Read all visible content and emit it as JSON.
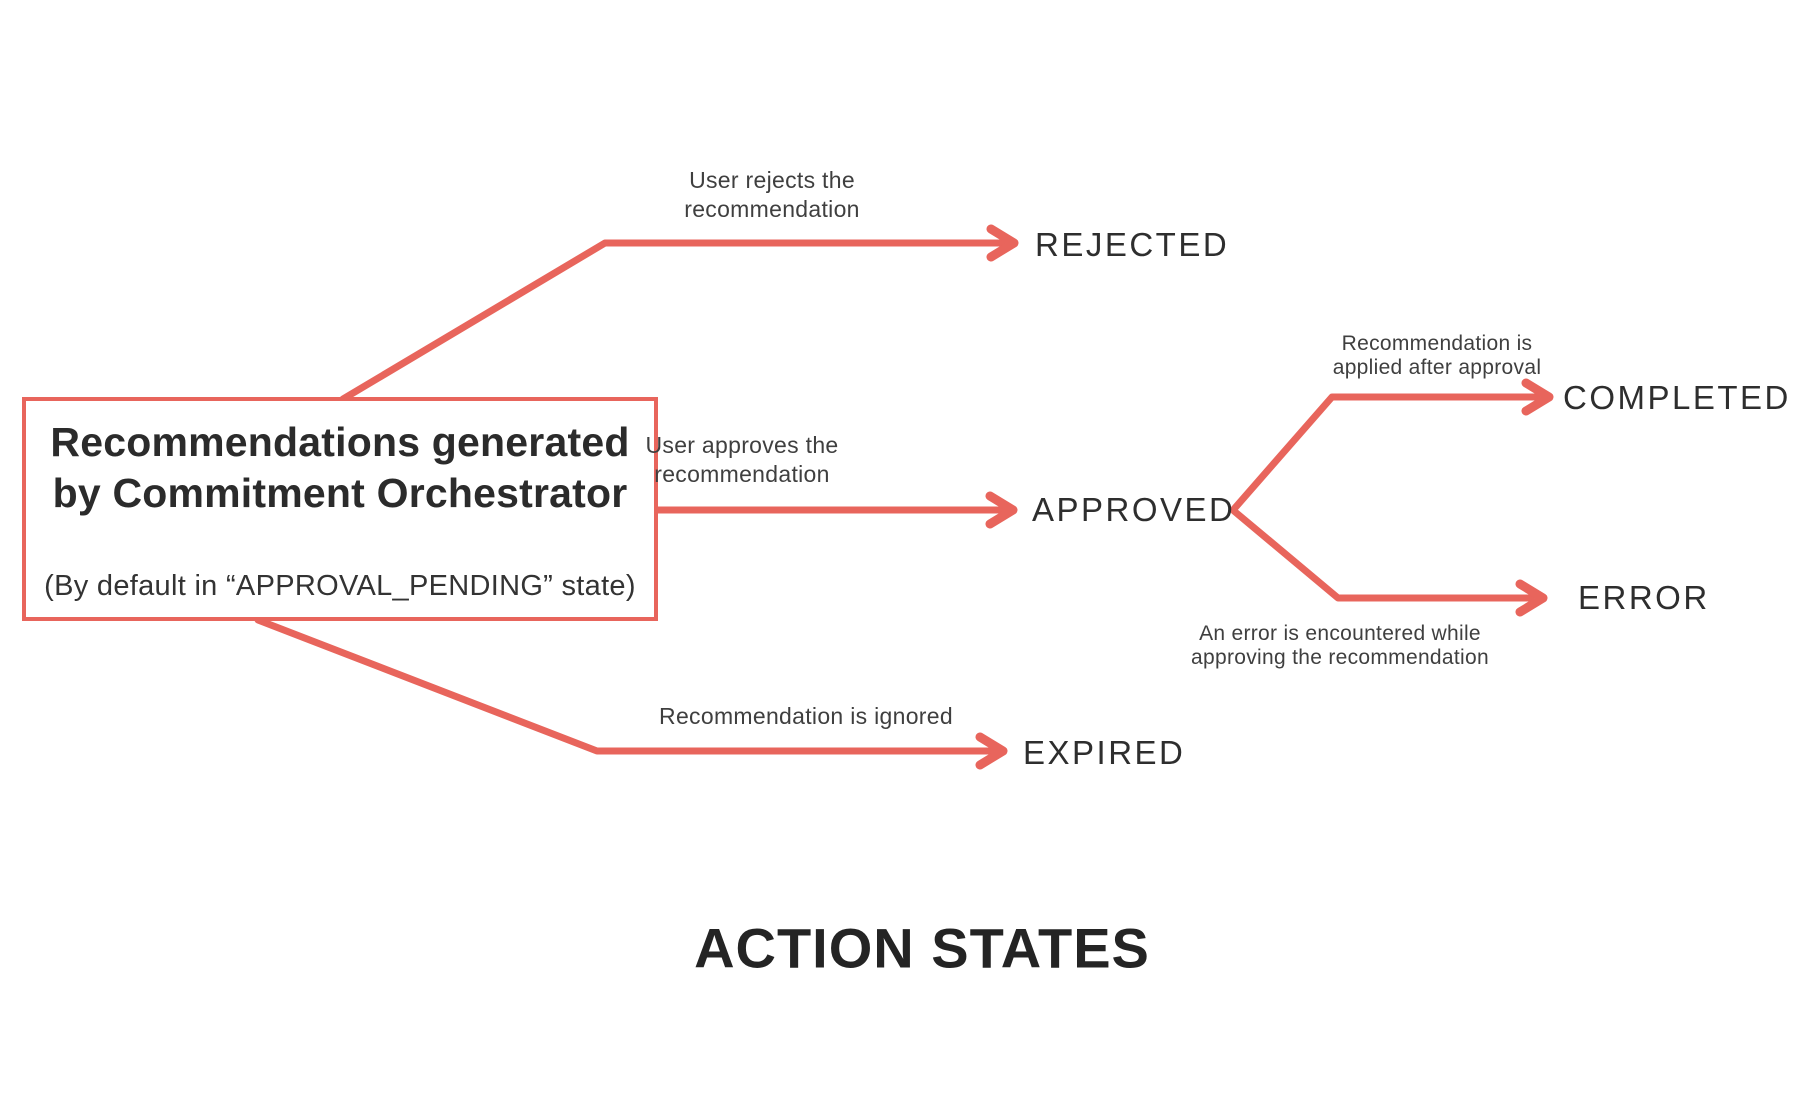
{
  "colors": {
    "accent": "#E8655C",
    "title_text": "#2B2B2B",
    "state_text": "#2E2E2E",
    "annotation_text": "#3F3F3F",
    "footer_text": "#242424",
    "background": "#FFFFFF"
  },
  "source_box": {
    "title_line1": "Recommendations generated",
    "title_line2": "by Commitment Orchestrator",
    "subtitle": "(By default in “APPROVAL_PENDING” state)"
  },
  "states": {
    "rejected": "REJECTED",
    "approved": "APPROVED",
    "expired": "EXPIRED",
    "completed": "COMPLETED",
    "error": "ERROR"
  },
  "transitions": {
    "reject": {
      "line1": "User rejects the",
      "line2": "recommendation"
    },
    "approve": {
      "line1": "User approves the",
      "line2": "recommendation"
    },
    "expire": {
      "line1": "Recommendation is ignored"
    },
    "complete": {
      "line1": "Recommendation is",
      "line2": "applied after approval"
    },
    "error": {
      "line1": "An error is encountered while",
      "line2": "approving the recommendation"
    }
  },
  "footer": {
    "title": "ACTION STATES"
  }
}
